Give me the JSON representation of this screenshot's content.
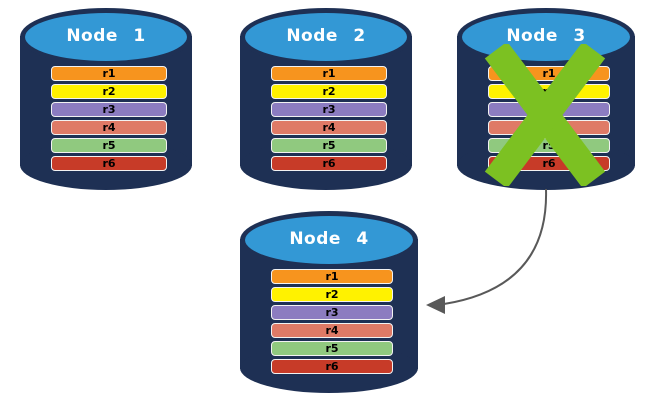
{
  "diagram": {
    "colors": {
      "cylinder_body": "#1E3054",
      "cylinder_top": "#3398D5",
      "cross": "#7CC122",
      "arrow": "#595959",
      "node_label_text": "#FFFFFF",
      "row_label_text": "#000000",
      "row_border": "#F2F2F2"
    },
    "nodes": [
      {
        "id": "node-1",
        "label": "Node 1",
        "failed": false,
        "rows": [
          {
            "label": "r1",
            "color": "#F7941E"
          },
          {
            "label": "r2",
            "color": "#FFF200"
          },
          {
            "label": "r3",
            "color": "#8C7CC0"
          },
          {
            "label": "r4",
            "color": "#DF7A66"
          },
          {
            "label": "r5",
            "color": "#90C97F"
          },
          {
            "label": "r6",
            "color": "#C73B28"
          }
        ]
      },
      {
        "id": "node-2",
        "label": "Node 2",
        "failed": false,
        "rows": [
          {
            "label": "r1",
            "color": "#F7941E"
          },
          {
            "label": "r2",
            "color": "#FFF200"
          },
          {
            "label": "r3",
            "color": "#8C7CC0"
          },
          {
            "label": "r4",
            "color": "#DF7A66"
          },
          {
            "label": "r5",
            "color": "#90C97F"
          },
          {
            "label": "r6",
            "color": "#C73B28"
          }
        ]
      },
      {
        "id": "node-3",
        "label": "Node 3",
        "failed": true,
        "rows": [
          {
            "label": "r1",
            "color": "#F7941E"
          },
          {
            "label": "r2",
            "color": "#FFF200"
          },
          {
            "label": "r3",
            "color": "#8C7CC0"
          },
          {
            "label": "r4",
            "color": "#DF7A66"
          },
          {
            "label": "r5",
            "color": "#90C97F"
          },
          {
            "label": "r6",
            "color": "#C73B28"
          }
        ]
      },
      {
        "id": "node-4",
        "label": "Node 4",
        "failed": false,
        "rows": [
          {
            "label": "r1",
            "color": "#F7941E"
          },
          {
            "label": "r2",
            "color": "#FFF200"
          },
          {
            "label": "r3",
            "color": "#8C7CC0"
          },
          {
            "label": "r4",
            "color": "#DF7A66"
          },
          {
            "label": "r5",
            "color": "#90C97F"
          },
          {
            "label": "r6",
            "color": "#C73B28"
          }
        ]
      }
    ],
    "arrow_connection": {
      "from": "Node 3",
      "to": "Node 4"
    }
  }
}
